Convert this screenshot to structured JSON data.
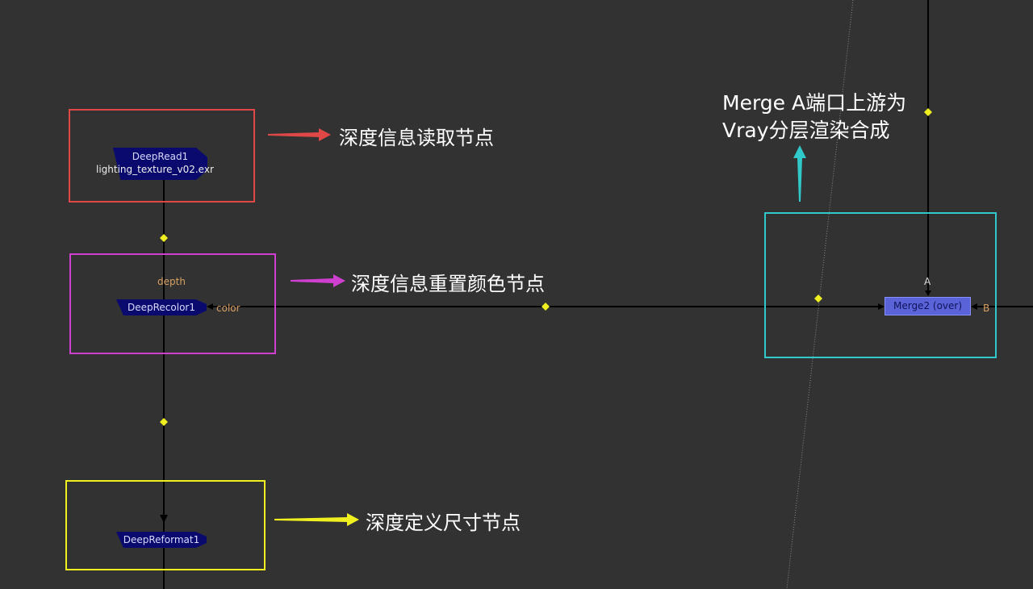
{
  "nodes": {
    "deepread": {
      "name": "DeepRead1",
      "file": "lighting_texture_v02.exr"
    },
    "deeprecolor": {
      "name": "DeepRecolor1",
      "port_depth": "depth",
      "port_color": "color"
    },
    "deepreformat": {
      "name": "DeepReformat1"
    },
    "merge": {
      "name": "Merge2 (over)",
      "port_a": "A",
      "port_b": "B"
    }
  },
  "annotations": {
    "deepread": "深度信息读取节点",
    "deeprecolor": "深度信息重置颜色节点",
    "deepreformat": "深度定义尺寸节点",
    "merge_line1": "Merge A端口上游为",
    "merge_line2": "Vray分层渲染合成"
  },
  "colors": {
    "red": "#e04848",
    "magenta": "#d040d0",
    "yellow": "#f0f020",
    "cyan": "#30c8c8",
    "background": "#323232"
  }
}
